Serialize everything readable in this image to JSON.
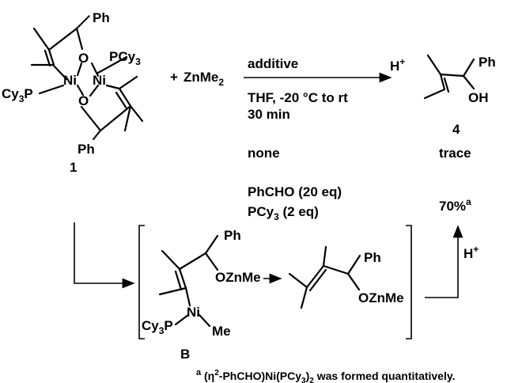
{
  "reaction": {
    "reagent": "ZnMe",
    "reagent_sub": "2",
    "plus": "+",
    "additive_label": "additive",
    "conditions_line1": "THF, -20 °C to rt",
    "conditions_line2": "30 min",
    "acid_main": "H",
    "acid_sup": "+",
    "compound_1_label": "1",
    "compound_4_label": "4",
    "intermediate_label": "B"
  },
  "results": [
    {
      "additive": "none",
      "yield": "trace",
      "sup": ""
    },
    {
      "additive_line1": "PhCHO (20 eq)",
      "additive_line2": "PCy",
      "additive_line2_sub": "3",
      "additive_line2_tail": " (2 eq)",
      "yield": "70%",
      "sup": "a"
    }
  ],
  "atoms": {
    "ph": "Ph",
    "o": "O",
    "ni": "Ni",
    "pcy3": "PCy",
    "cy3p": "Cy",
    "p": "P",
    "sub3": "3",
    "oh": "OH",
    "ozn": "OZnMe",
    "me": "Me"
  },
  "footnote": {
    "marker": "a",
    "lead": " (η",
    "sup2": "2",
    "mid": "-PhCHO)Ni(PCy",
    "sub3": "3",
    "sub2": "2",
    "tail": " was formed quantitatively."
  }
}
